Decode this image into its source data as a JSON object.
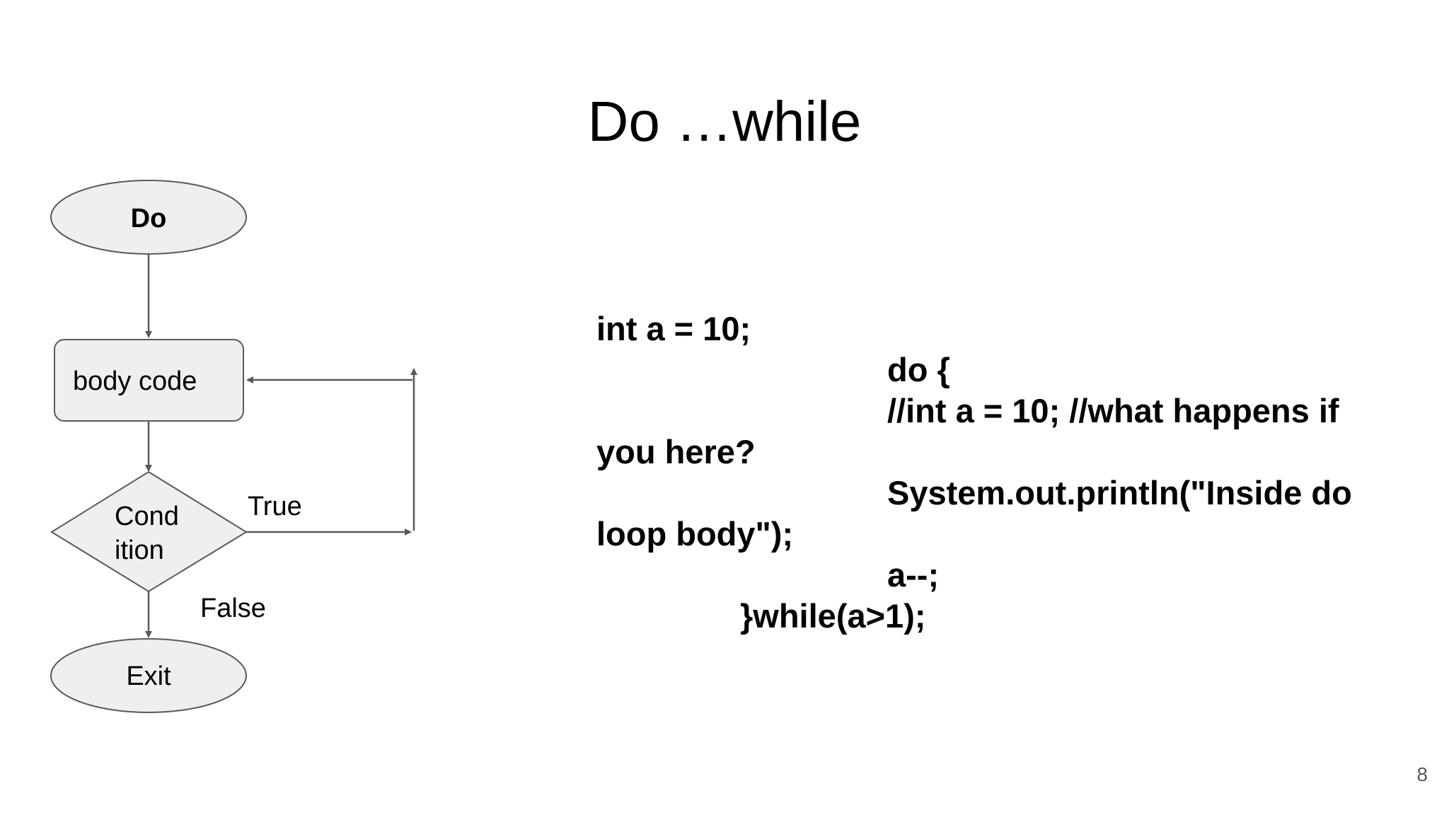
{
  "slide": {
    "title": "Do …while",
    "page_number": "8"
  },
  "flowchart": {
    "start_label": "Do",
    "body_label": "body code",
    "condition_line1": "Cond",
    "condition_line2": "ition",
    "true_label": "True",
    "false_label": "False",
    "end_label": "Exit",
    "shape_fill": "#efefef",
    "stroke_color": "#595959"
  },
  "code": {
    "lines": [
      "int a = 10;",
      "do {",
      "//int a = 10; //what happens if",
      "you here?",
      "System.out.println(\"Inside do",
      "loop body\");",
      "a--;",
      "}while(a>1);"
    ]
  }
}
